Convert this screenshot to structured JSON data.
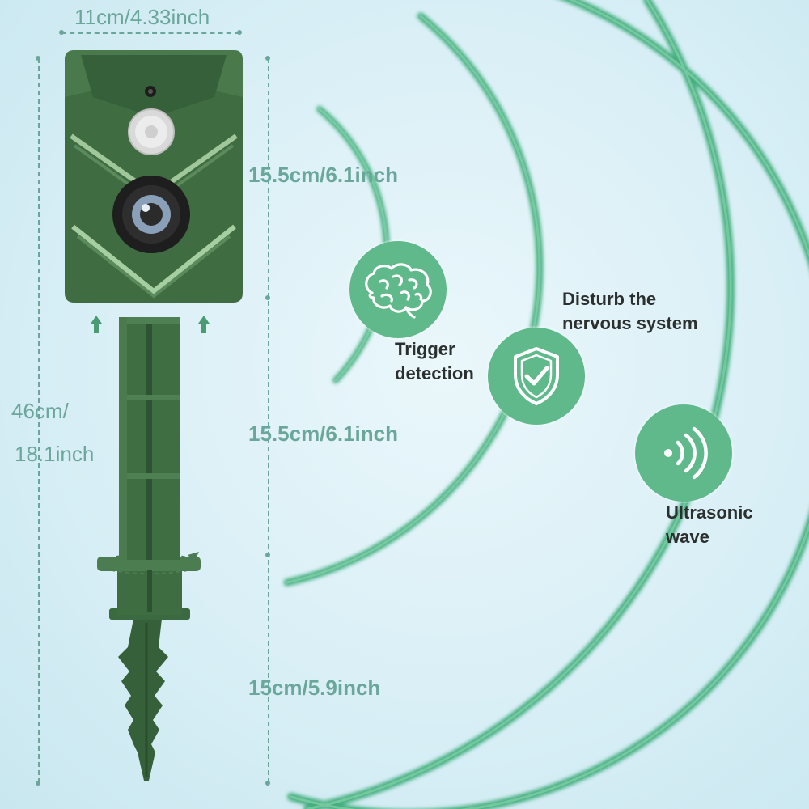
{
  "dimensions": {
    "width": "11cm/4.33inch",
    "total_height_line1": "46cm/",
    "total_height_line2": "18.1inch",
    "segment_top": "15.5cm/6.1inch",
    "segment_middle": "15.5cm/6.1inch",
    "segment_bottom": "15cm/5.9inch"
  },
  "features": [
    {
      "icon": "brain-icon",
      "label_line1": "Trigger",
      "label_line2": "detection"
    },
    {
      "icon": "shield-check-icon",
      "label_line1": "Disturb the",
      "label_line2": "nervous system"
    },
    {
      "icon": "ultrasonic-wave-icon",
      "label_line1": "Ultrasonic",
      "label_line2": "wave"
    }
  ],
  "colors": {
    "accent_green": "#5fb98a",
    "device_green": "#3d6b3f",
    "dimension_teal": "#6aa79a",
    "label_dark": "#2b2f2e"
  }
}
